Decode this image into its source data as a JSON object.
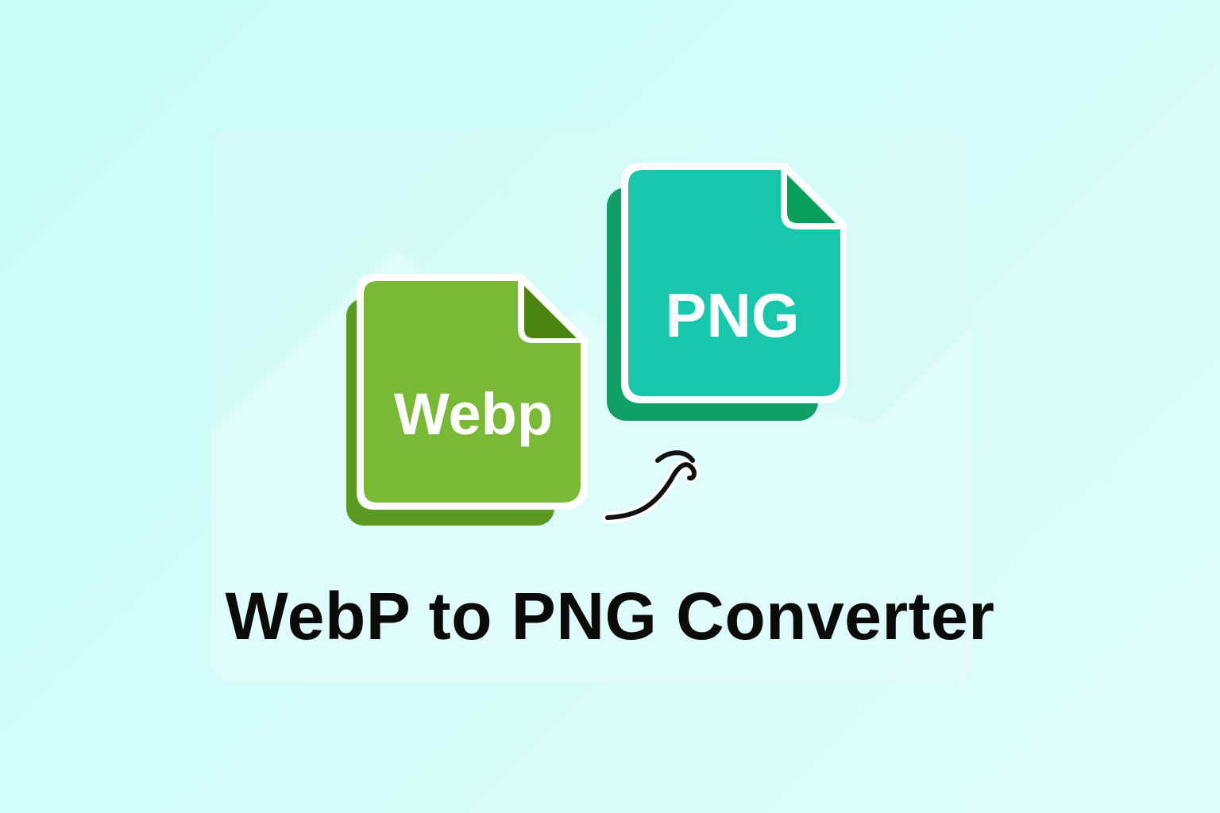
{
  "source_file": {
    "label": "Webp",
    "icon": "webp-file-icon",
    "color": "#7ab935",
    "shadow_color": "#5a9a22",
    "corner_color": "#4b8410"
  },
  "target_file": {
    "label": "PNG",
    "icon": "png-file-icon",
    "color": "#18c6ab",
    "shadow_color": "#10a065",
    "corner_color": "#07a05a"
  },
  "arrow": {
    "icon": "curved-arrow-icon",
    "color": "#111111"
  },
  "title": "WebP to PNG Converter",
  "colors": {
    "background": "#ccfbf8",
    "card": "#d7faf8",
    "title": "#0b0b0b"
  }
}
